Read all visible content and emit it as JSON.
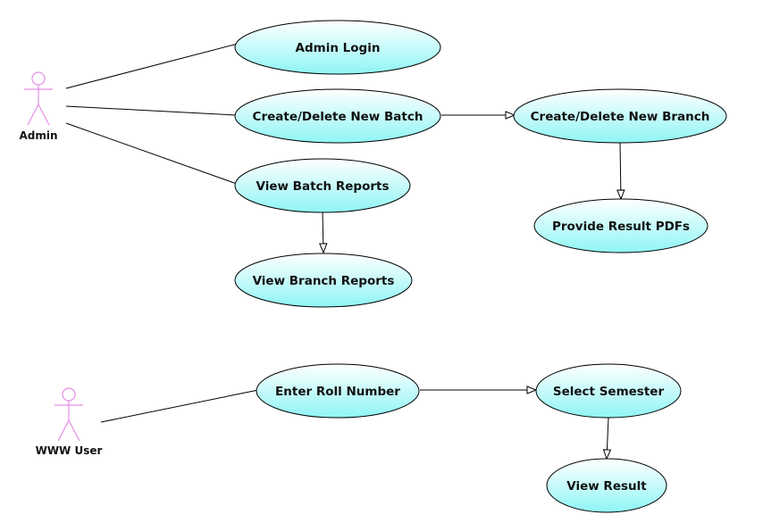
{
  "diagram": {
    "type": "use-case",
    "actors": {
      "admin": {
        "label": "Admin"
      },
      "www_user": {
        "label": "WWW User"
      }
    },
    "use_cases": {
      "admin_login": "Admin Login",
      "create_delete_batch": "Create/Delete New Batch",
      "create_delete_branch": "Create/Delete New Branch",
      "view_batch_reports": "View Batch Reports",
      "provide_result_pdfs": "Provide Result PDFs",
      "view_branch_reports": "View Branch Reports",
      "enter_roll_number": "Enter Roll Number",
      "select_semester": "Select Semester",
      "view_result": "View Result"
    },
    "associations": [
      {
        "from": "admin",
        "to": "admin_login"
      },
      {
        "from": "admin",
        "to": "create_delete_batch"
      },
      {
        "from": "admin",
        "to": "view_batch_reports"
      },
      {
        "from": "www_user",
        "to": "enter_roll_number"
      }
    ],
    "flows": [
      {
        "from": "create_delete_batch",
        "to": "create_delete_branch"
      },
      {
        "from": "create_delete_branch",
        "to": "provide_result_pdfs"
      },
      {
        "from": "view_batch_reports",
        "to": "view_branch_reports"
      },
      {
        "from": "enter_roll_number",
        "to": "select_semester"
      },
      {
        "from": "select_semester",
        "to": "view_result"
      }
    ],
    "colors": {
      "use_case_fill_top": "#ffffff",
      "use_case_fill_bottom": "#8ff5f5",
      "actor_stroke": "#e38ee3"
    }
  }
}
